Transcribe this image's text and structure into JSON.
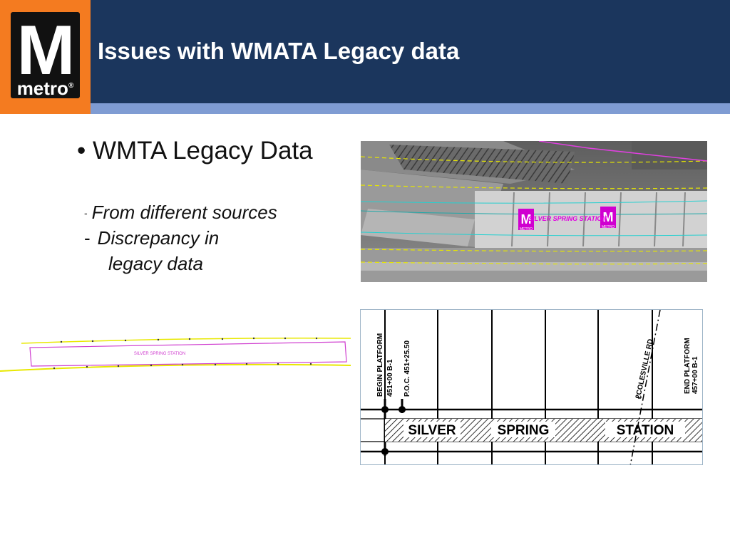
{
  "header": {
    "title": "Issues with WMATA Legacy data",
    "colors": {
      "header_bg": "#1b365d",
      "stripe": "#7f9cd3",
      "logo_bg": "#f47b20"
    }
  },
  "logo": {
    "letter": "M",
    "word": "metro",
    "trademark": "®"
  },
  "content": {
    "bullet": "WMTA Legacy Data",
    "items": [
      {
        "dash": "-",
        "text": "From different sources"
      },
      {
        "dash": "-",
        "text": "Discrepancy in"
      }
    ],
    "continuation": "legacy data"
  },
  "figures": {
    "photo_labels": {
      "station": "SILVER SPRING STATION",
      "logo": "M",
      "logo_sub": "METRO"
    },
    "line_plan_label": "SILVER SPRING STATION",
    "drawing_labels": {
      "begin_platform": "BEGIN PLATFORM",
      "begin_station": "451+00 B-1",
      "poc": "P.O.C. 451+25.50",
      "road": "COLESVILLE RD",
      "road_mark": "ℓ",
      "end_platform": "END PLATFORM",
      "end_station": "457+00 B-1",
      "station_words": [
        "SILVER",
        "SPRING",
        "STATION"
      ]
    }
  }
}
